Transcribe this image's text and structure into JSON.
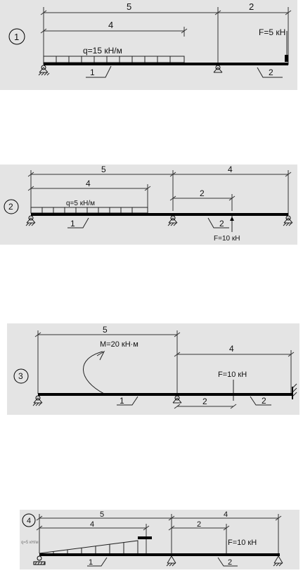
{
  "schemes": [
    {
      "number": "1",
      "span_left": "5",
      "span_right": "2",
      "load_length": "4",
      "distributed_load": "q=15 кН/м",
      "force": "F=5 кН",
      "bar_1": "1",
      "bar_2": "2"
    },
    {
      "number": "2",
      "span_left": "5",
      "span_right": "4",
      "load_length": "4",
      "force_offset": "2",
      "distributed_load": "q=5 кН/м",
      "force": "F=10 кН",
      "bar_1": "1",
      "bar_2": "2"
    },
    {
      "number": "3",
      "span_left": "5",
      "span_right": "4",
      "force_offset": "2",
      "moment": "M=20 кН·м",
      "force": "F=10 кН",
      "bar_1": "1",
      "bar_2": "2"
    },
    {
      "number": "4",
      "span_left": "5",
      "span_right": "4",
      "load_length": "4",
      "force_offset": "2",
      "distributed_load": "q=5 кН/м",
      "force": "F=10 кН",
      "bar_1": "1",
      "bar_2": "2"
    }
  ]
}
